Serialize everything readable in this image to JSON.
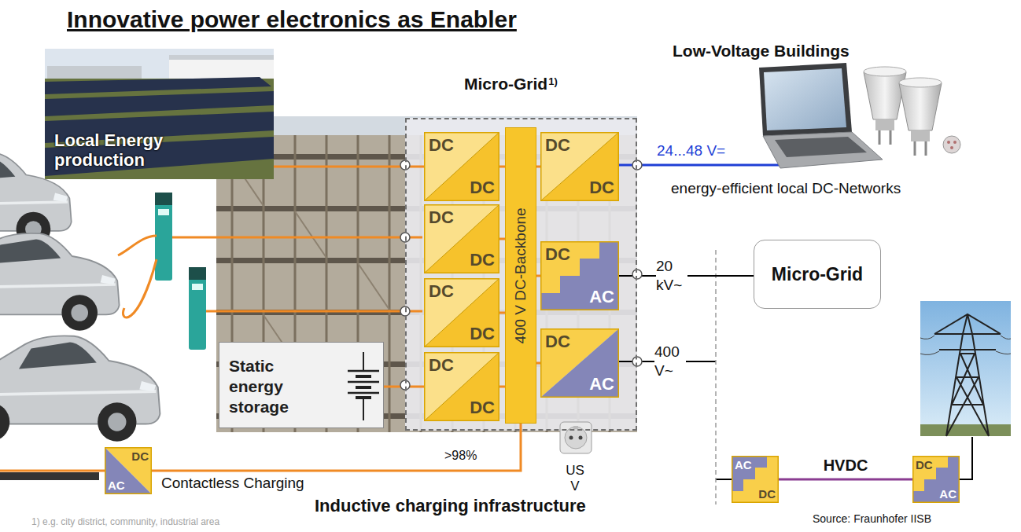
{
  "diagram": {
    "title": "Innovative power electronics as Enabler",
    "nodes": [
      {
        "text": [
          "Local Energy production"
        ]
      },
      {
        "text": [
          "Micro-Grid",
          "1)"
        ]
      },
      {
        "text": [
          "DC",
          "DC"
        ],
        "in": 1
      },
      {
        "text": [
          "DC",
          "DC"
        ],
        "in": 1
      },
      {
        "text": [
          "DC",
          "DC"
        ],
        "in": 1
      },
      {
        "text": [
          "DC",
          "DC"
        ],
        "in": 1
      },
      {
        "text": [
          "400 V DC-Backbone"
        ],
        "in": 1
      },
      {
        "text": [
          "DC",
          "DC"
        ],
        "in": 1
      },
      {
        "text": [
          "DC",
          "AC"
        ],
        "in": 1
      },
      {
        "text": [
          "DC",
          "AC"
        ],
        "in": 1
      },
      {
        "text": [
          "Static energy storage"
        ]
      },
      {
        "text": [
          "Micro-Grid"
        ]
      },
      {
        "text": [
          "AC",
          "DC"
        ]
      },
      {
        "text": [
          "DC",
          "AC"
        ]
      },
      {
        "text": [
          "DC",
          "AC"
        ]
      }
    ],
    "edges": [
      {
        "from": 0,
        "to": 2,
        "arrow": "none"
      },
      {
        "from": 2,
        "to": 6,
        "arrow": "none"
      },
      {
        "from": 3,
        "to": 6,
        "arrow": "none"
      },
      {
        "from": 4,
        "to": 6,
        "arrow": "none"
      },
      {
        "from": 5,
        "to": 6,
        "arrow": "none"
      },
      {
        "from": 10,
        "to": 5,
        "arrow": "none"
      },
      {
        "from": 6,
        "to": 7,
        "arrow": "none"
      },
      {
        "from": 6,
        "to": 8,
        "arrow": "none"
      },
      {
        "from": 6,
        "to": 9,
        "arrow": "none"
      },
      {
        "from": 8,
        "to": 11,
        "label": "20 kV~",
        "arrow": "none"
      },
      {
        "from": 12,
        "to": 13,
        "label": "HVDC",
        "arrow": "none"
      },
      {
        "from": 6,
        "to": 14,
        "arrow": "none"
      }
    ],
    "labels": [
      "Low-Voltage Buildings",
      "24...48 V=",
      "energy-efficient local DC-Networks",
      "400 V~",
      ">98%",
      "US V",
      "Contactless Charging",
      "Inductive charging infrastructure",
      "1) e.g. city district, community, industrial area",
      "Source: Fraunhofer IISB"
    ]
  }
}
